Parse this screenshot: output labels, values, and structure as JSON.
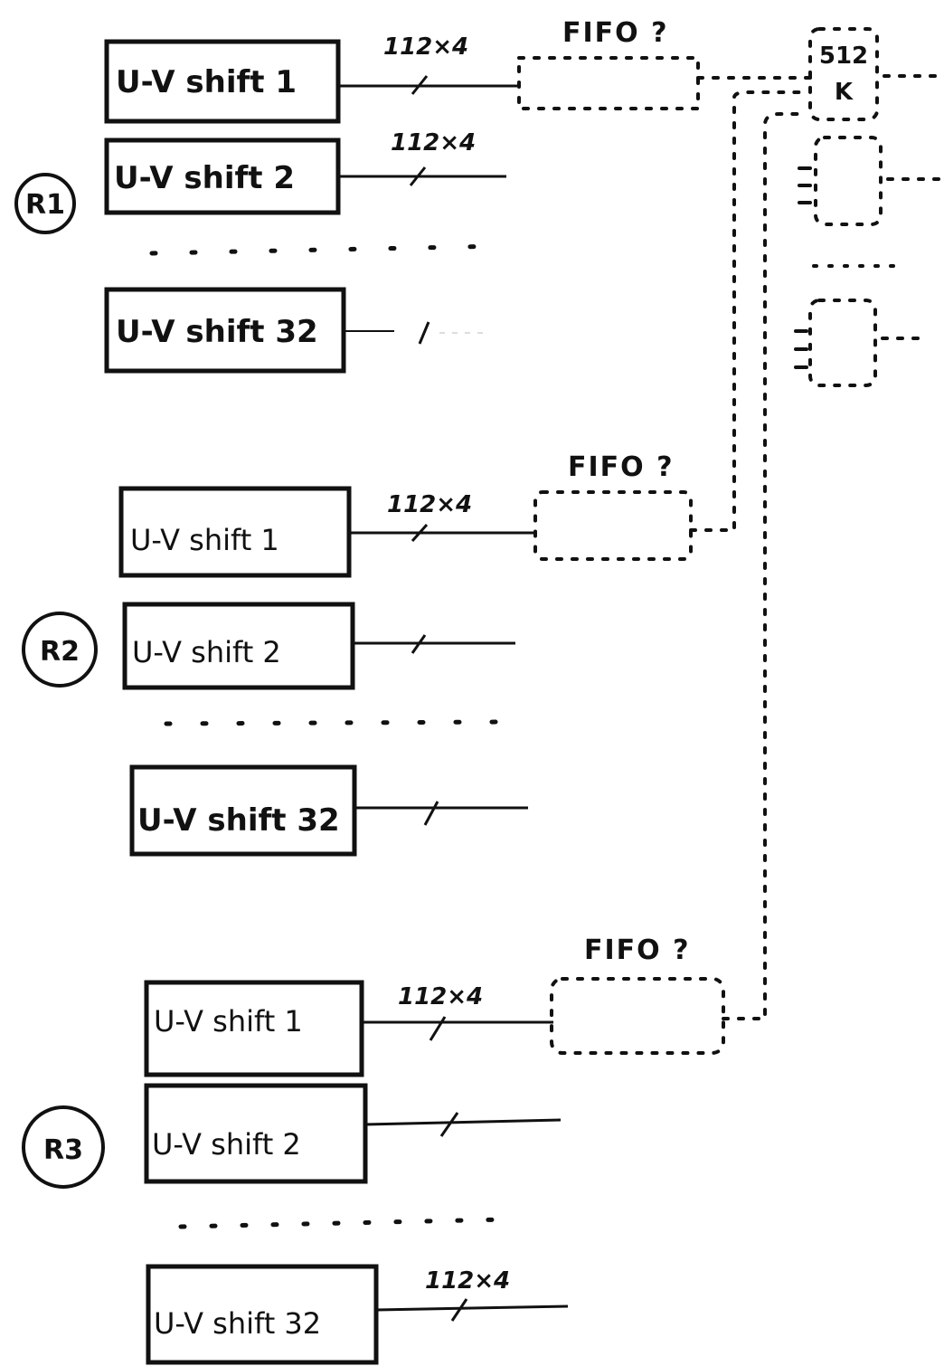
{
  "fifo_label": "FIFO ?",
  "width_label": "112×4",
  "groups": [
    {
      "label": "R1",
      "blocks": [
        "U-V shift 1",
        "U-V shift 2",
        "U-V shift 32"
      ]
    },
    {
      "label": "R2",
      "blocks": [
        "U-V shift 1",
        "U-V shift 2",
        "U-V shift 32"
      ]
    },
    {
      "label": "R3",
      "blocks": [
        "U-V shift 1",
        "U-V shift 2",
        "U-V shift 32"
      ]
    }
  ],
  "memory": {
    "top_line": "512",
    "bottom_line": "K"
  }
}
